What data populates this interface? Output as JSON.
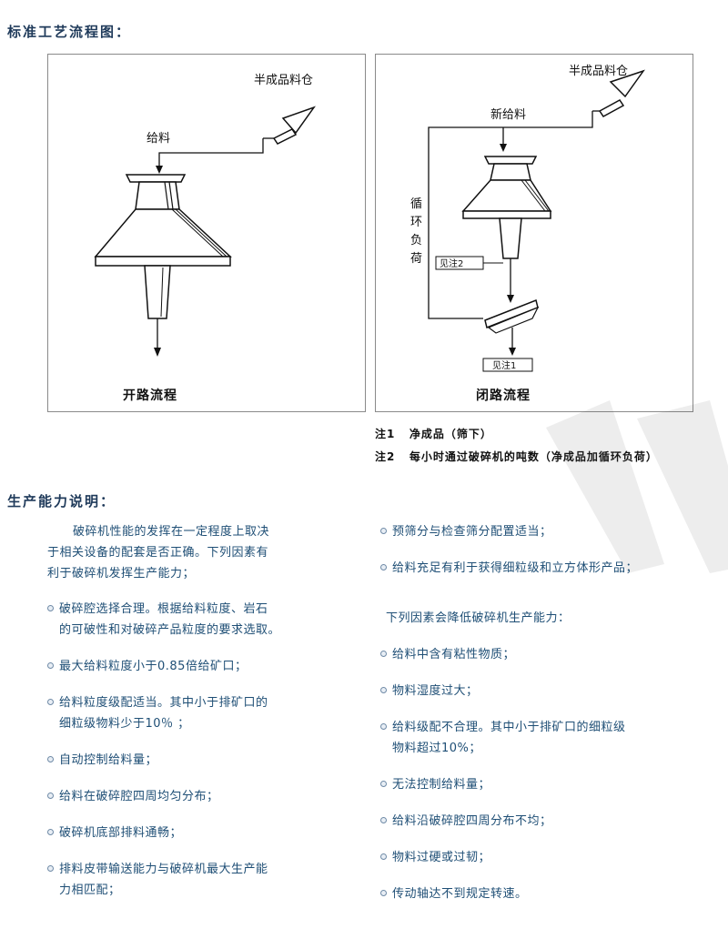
{
  "titles": {
    "flowchart": "标准工艺流程图：",
    "capacity": "生产能力说明："
  },
  "open_circuit": {
    "bin_label": "半成品料仓",
    "feed_label": "给料",
    "caption": "开路流程"
  },
  "closed_circuit": {
    "bin_label": "半成品料仓",
    "feed_label": "新给料",
    "loop_label_chars": [
      "循",
      "环",
      "负",
      "荷"
    ],
    "note2_box": "见注2",
    "note1_box": "见注1",
    "caption": "闭路流程"
  },
  "notes": [
    {
      "tag": "注1",
      "text": "净成品（筛下）"
    },
    {
      "tag": "注2",
      "text": "每小时通过破碎机的吨数（净成品加循环负荷）"
    }
  ],
  "capacity": {
    "intro_line1": "破碎机性能的发挥在一定程度上取决",
    "intro_line2": "于相关设备的配套是否正确。下列因素有",
    "intro_line3": "利于破碎机发挥生产能力；",
    "left_items": [
      {
        "l1": "破碎腔选择合理。根据给料粒度、岩石",
        "l2": "的可破性和对破碎产品粒度的要求选取。"
      },
      {
        "l1": "最大给料粒度小于0.85倍给矿口；",
        "l2": ""
      },
      {
        "l1": "给料粒度级配适当。其中小于排矿口的",
        "l2": "细粒级物料少于10％ ；"
      },
      {
        "l1": "自动控制给料量；",
        "l2": ""
      },
      {
        "l1": "给料在破碎腔四周均匀分布；",
        "l2": ""
      },
      {
        "l1": "破碎机底部排料通畅；",
        "l2": ""
      },
      {
        "l1": "排料皮带输送能力与破碎机最大生产能",
        "l2": "力相匹配；"
      }
    ],
    "right_items_a": [
      {
        "l1": "预筛分与检查筛分配置适当；",
        "l2": ""
      },
      {
        "l1": "给料充足有利于获得细粒级和立方体形产品；",
        "l2": ""
      }
    ],
    "reduce_heading": "下列因素会降低破碎机生产能力：",
    "right_items_b": [
      {
        "l1": "给料中含有粘性物质；",
        "l2": ""
      },
      {
        "l1": "物料湿度过大；",
        "l2": ""
      },
      {
        "l1": "给料级配不合理。其中小于排矿口的细粒级",
        "l2": "物料超过10%；"
      },
      {
        "l1": "无法控制给料量；",
        "l2": ""
      },
      {
        "l1": "给料沿破碎腔四周分布不均；",
        "l2": ""
      },
      {
        "l1": "物料过硬或过韧；",
        "l2": ""
      },
      {
        "l1": "传动轴达不到规定转速。",
        "l2": ""
      }
    ]
  }
}
